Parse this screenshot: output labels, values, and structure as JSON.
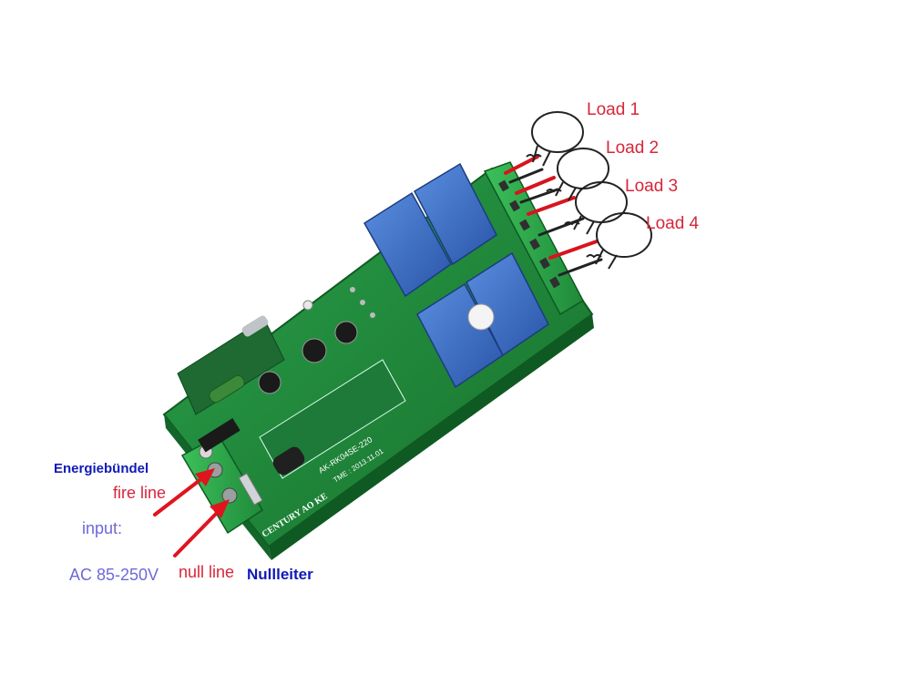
{
  "labels": {
    "load1": "Load 1",
    "load2": "Load 2",
    "load3": "Load 3",
    "load4": "Load 4",
    "energiebuendel": "Energiebündel",
    "fire_line": "fire line",
    "input": "input:",
    "ac_range": "AC 85-250V",
    "null_line": "null line",
    "nullleiter": "Nullleiter"
  },
  "board": {
    "model": "AK-RK04SE-220",
    "time": "TME : 2013.11.01",
    "brand": "CENTURY AO KE"
  },
  "colors": {
    "load_text": "#d8263a",
    "arrow": "#e0141e",
    "german_text": "#1019b8",
    "input_text": "#6e68d8",
    "pcb": "#1f8a3a",
    "relay": "#3b6fc4",
    "terminal": "#2fa84a"
  }
}
